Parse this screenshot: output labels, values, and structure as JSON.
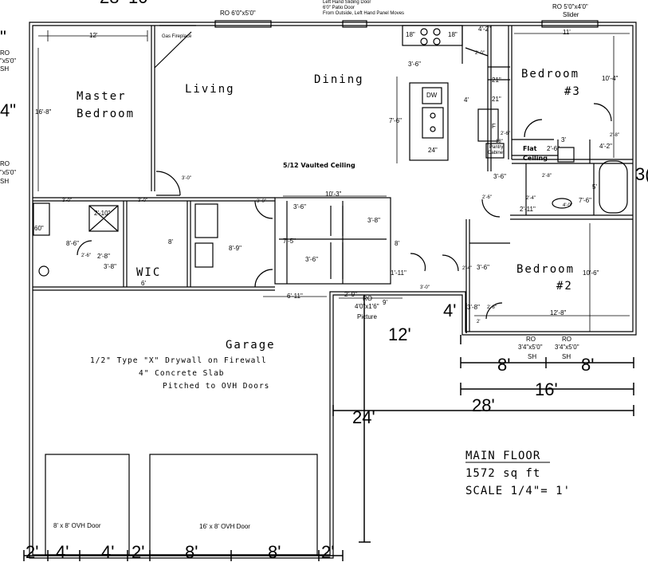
{
  "header_cut": {
    "top_left_dims": "28'-10\"",
    "left_edge_1": "\"",
    "left_edge_2": "4\"",
    "right_edge": "3("
  },
  "windows": {
    "ro_patio_top": "RO 6'0\"x5'0\"",
    "sliding_door": [
      "Left Hand Sliding Door",
      "6'0\" Patio Door",
      "From Outside, Left Hand Panel Moves"
    ],
    "ro_slider": [
      "RO 5'0\"x4'0\"",
      "Slider"
    ],
    "left_win_1": [
      "RO",
      "\"x5'0\"",
      "SH"
    ],
    "left_win_2": [
      "RO",
      "\"x5'0\"",
      "SH"
    ],
    "picture": [
      "RO",
      "4'0\"x1'6\"",
      "Picture"
    ],
    "bed2_win_a": [
      "RO",
      "3'4\"x5'0\"",
      "SH"
    ],
    "bed2_win_b": [
      "RO",
      "3'4\"x5'0\"",
      "SH"
    ]
  },
  "rooms": {
    "master": [
      "Master",
      "Bedroom"
    ],
    "living": "Living",
    "dining": "Dining",
    "bed3": [
      "Bedroom",
      "#3"
    ],
    "bed2": [
      "Bedroom",
      "#2"
    ],
    "wic": "WIC",
    "garage": "Garage"
  },
  "notes": {
    "vaulted": "5/12 Vaulted Ceiling",
    "flat": [
      "Flat",
      "Ceiling"
    ],
    "fireplace": "Gas Fireplace",
    "garage": [
      "1/2\" Type \"X\" Drywall on Firewall",
      "4\" Concrete Slab",
      "Pitched to OVH Doors"
    ],
    "ovh_small": "8' x 8' OVH Door",
    "ovh_large": "16' x 8' OVH Door"
  },
  "fixtures": {
    "range_l": "18\"",
    "range_r": "18\"",
    "dw": "DW",
    "sink": "24\"",
    "fridge": "F",
    "pantry": [
      "18\"",
      "Pantry",
      "Cabinet"
    ],
    "tub": "60\"",
    "c21a": "21\"",
    "c21b": "21\""
  },
  "dims": {
    "d12": "12'",
    "d16_8": "16'-8\"",
    "d4_2": "4'-2\"",
    "d11": "11'",
    "d2_0": "2'-0\"",
    "d3_6": "3'-6\"",
    "d10_4": "10'-4\"",
    "d4": "4'",
    "d7_6": "7'-6\"",
    "d2_6a": "2'-6\"",
    "d3": "3'",
    "d2_6b": "2'-6\"",
    "d4_2b": "4'-2\"",
    "d2_8a": "2'-8\"",
    "d3_0a": "3'-0\"",
    "d3_6b": "3'-6\"",
    "d2_8b": "2'-8\"",
    "d5": "5'",
    "d2_6c": "2'-6\"",
    "d2_4a": "2'-4\"",
    "d4_0": "4'-0\"",
    "d7_6b": "7'-6\"",
    "d2_11": "2'-11\"",
    "d10_3": "10'-3\"",
    "d3_6c": "3'-6\"",
    "d3_8": "3'-8\"",
    "d3_0b": "3'-0\"",
    "d3_0c": "3'-0\"",
    "d2_10": "2'-10\"",
    "d8_6": "8'-6\"",
    "d2_6d": "2'-6\"",
    "d2_8c": "2'-8\"",
    "d3_8b": "3'-8\"",
    "d6": "6'",
    "d8": "8'",
    "d8_9": "8'-9\"",
    "d3_0d": "3'-0\"",
    "d7_5": "7'-5\"",
    "d3_6d": "3'-6\"",
    "d8b": "8'",
    "d1_11": "1'-11\"",
    "d6_11": "6'-11\"",
    "d2_9": "2'-9\"",
    "d9": "9'",
    "d3_0e": "3'-0\"",
    "d2_4b": "2'-4\"",
    "d3_6e": "3'-6\"",
    "d10_6": "10'-6\"",
    "d3_8c": "3'-8\"",
    "d2_8d": "2'-8\"",
    "d2b": "2'",
    "d12_8": "12'-8\"",
    "big4": "4'",
    "big12": "12'",
    "big8a": "8'",
    "big8b": "8'",
    "big16": "16'",
    "big28": "28'",
    "big24": "24'",
    "bottom": [
      "2'",
      "4'",
      "4'",
      "2'",
      "8'",
      "8'",
      "2'"
    ]
  },
  "title_block": {
    "name": "MAIN FLOOR",
    "area": "1572 sq ft",
    "scale": "SCALE 1/4\"= 1'"
  }
}
